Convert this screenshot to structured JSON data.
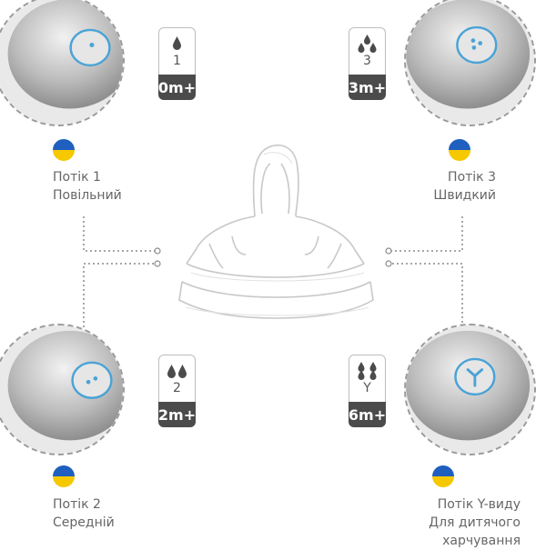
{
  "flows": {
    "flow1": {
      "number": "1",
      "age": "0m+",
      "line1": "Потік 1",
      "line2": "Повільний",
      "line3": ""
    },
    "flow3": {
      "number": "3",
      "age": "3m+",
      "line1": "Потік 3",
      "line2": "Швидкий",
      "line3": ""
    },
    "flow2": {
      "number": "2",
      "age": "2m+",
      "line1": "Потік 2",
      "line2": "Середній",
      "line3": ""
    },
    "flowY": {
      "number": "Y",
      "age": "6m+",
      "line1": "Потік Y-виду",
      "line2": "Для дитячого",
      "line3": "харчування"
    }
  },
  "colors": {
    "accent_ring": "#4aa3d6",
    "badge_dark": "#4b4b4b",
    "flag_blue": "#1e5fbf",
    "flag_yellow": "#f6c800"
  },
  "icons": {
    "drop": "water-drop-icon",
    "flag": "ukraine-flag-icon"
  }
}
